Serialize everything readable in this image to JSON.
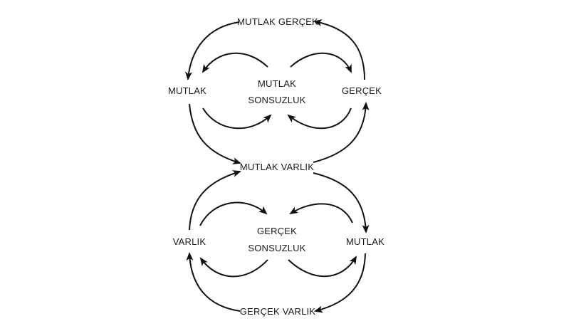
{
  "diagram": {
    "type": "cycle-diagram",
    "upper_loop": {
      "top_label": "MUTLAK GERÇEK",
      "left_label": "MUTLAK",
      "right_label": "GERÇEK",
      "center_label_line1": "MUTLAK",
      "center_label_line2": "SONSUZLUK"
    },
    "junction_label": "MUTLAK VARLIK",
    "lower_loop": {
      "left_label": "VARLIK",
      "right_label": "MUTLAK",
      "center_label_line1": "GERÇEK",
      "center_label_line2": "SONSUZLUK",
      "bottom_label": "GERÇEK VARLIK"
    },
    "edges": [
      {
        "from": "GERÇEK",
        "to": "MUTLAK GERÇEK",
        "kind": "outer"
      },
      {
        "from": "MUTLAK GERÇEK",
        "to": "MUTLAK",
        "kind": "outer"
      },
      {
        "from": "MUTLAK",
        "to": "MUTLAK VARLIK",
        "kind": "outer"
      },
      {
        "from": "MUTLAK VARLIK",
        "to": "GERÇEK",
        "kind": "outer"
      },
      {
        "from": "MUTLAK SONSUZLUK",
        "to": "MUTLAK",
        "kind": "inner"
      },
      {
        "from": "MUTLAK SONSUZLUK",
        "to": "GERÇEK",
        "kind": "inner"
      },
      {
        "from": "MUTLAK",
        "to": "MUTLAK SONSUZLUK",
        "kind": "inner"
      },
      {
        "from": "GERÇEK",
        "to": "MUTLAK SONSUZLUK",
        "kind": "inner"
      },
      {
        "from": "VARLIK",
        "to": "MUTLAK VARLIK",
        "kind": "outer"
      },
      {
        "from": "MUTLAK VARLIK",
        "to": "MUTLAK (lower)",
        "kind": "outer"
      },
      {
        "from": "MUTLAK (lower)",
        "to": "GERÇEK VARLIK",
        "kind": "outer"
      },
      {
        "from": "GERÇEK VARLIK",
        "to": "VARLIK",
        "kind": "outer"
      },
      {
        "from": "VARLIK",
        "to": "GERÇEK SONSUZLUK",
        "kind": "inner"
      },
      {
        "from": "MUTLAK (lower)",
        "to": "GERÇEK SONSUZLUK",
        "kind": "inner"
      },
      {
        "from": "GERÇEK SONSUZLUK",
        "to": "VARLIK",
        "kind": "inner"
      },
      {
        "from": "GERÇEK SONSUZLUK",
        "to": "MUTLAK (lower)",
        "kind": "inner"
      }
    ],
    "colors": {
      "stroke": "#111111",
      "text": "#1a1a1a",
      "background": "#ffffff"
    }
  }
}
